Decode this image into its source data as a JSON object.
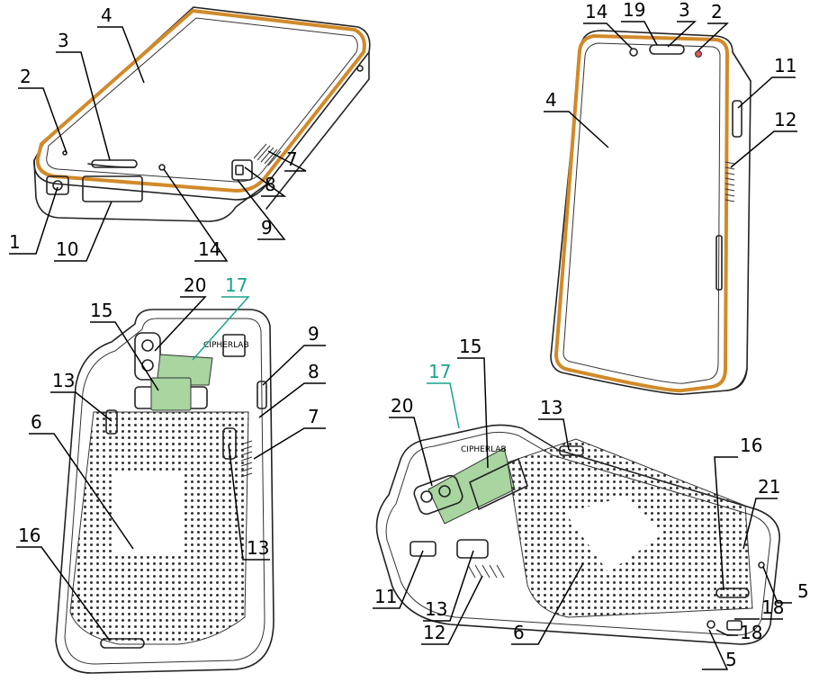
{
  "colors": {
    "bezel": "#d18a2a",
    "nfc_window": "#a8d5a0",
    "label_green": "#1aa38a",
    "outline": "#222222"
  },
  "callouts": {
    "a": {
      "c1": "1",
      "c2": "2",
      "c3": "3",
      "c4": "4",
      "c7": "7",
      "c8": "8",
      "c9": "9",
      "c10": "10",
      "c14": "14"
    },
    "b": {
      "c14": "14",
      "c19": "19",
      "c3": "3",
      "c2": "2",
      "c11": "11",
      "c12": "12",
      "c4": "4"
    },
    "c": {
      "c20": "20",
      "c17": "17",
      "c15": "15",
      "c9": "9",
      "c13a": "13",
      "c8": "8",
      "c6": "6",
      "c7": "7",
      "c16": "16",
      "c13b": "13"
    },
    "d": {
      "c17": "17",
      "c15": "15",
      "c20": "20",
      "c13a": "13",
      "c16": "16",
      "c21": "21",
      "c11": "11",
      "c13b": "13",
      "c12": "12",
      "c6": "6",
      "c5a": "5",
      "c18a": "18",
      "c18b": "18",
      "c5b": "5"
    }
  },
  "logo_text": "CIPHERLAB"
}
